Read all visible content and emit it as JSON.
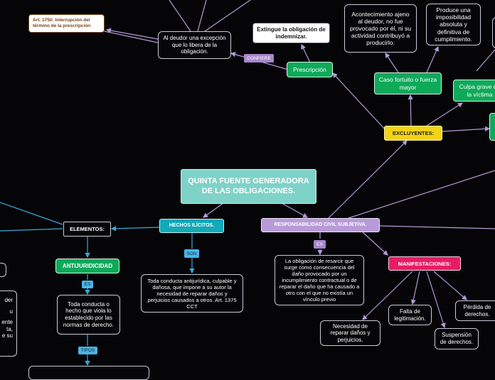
{
  "nodes": {
    "art1750": "Art. 1750: Interrupción del término de la prescripción",
    "deudor_excepcion": "Al deudor una excepción que lo libera de la obligación.",
    "extingue": "Extingue la obligación de indemnizar.",
    "prescripcion": "Prescripción",
    "acontecimiento": "Acontecimiento ajeno al deudor, no fue provocado por él, ni su actividad contribuyó a producirlo.",
    "produce_imposibilidad": "Produce una imposibilidad absoluta y definitiva de cumplimiento.",
    "caso_fortuito": "Caso fortuito o fuerza mayor",
    "culpa_grave": "Culpa grave de la víctima",
    "excluyentes": "EXCLUYENTES:",
    "quinta_fuente": "QUINTA FUENTE GENERADORA DE LAS OBLIGACIONES.",
    "elementos": "ELEMENTOS:",
    "hechos_ilicitos": "HECHOS ILÍCITOS.",
    "responsabilidad": "RESPONSABILIDAD CIVIL SUBJETIVA.",
    "antijuridicidad": "ANTIJURIDICIDAD",
    "conducta_antijuridica": "Toda conducta antijurídica, culpable y dañosa, que impone a su autor la necesidad de reparar daños y perjuicios causados a otros. Art. 1375 CCT",
    "obligacion_resarcir": "La obligación de resarcir que surge como consecuencia del daño provocado por un incumplimiento contractual o de reparar el daño que ha causado a otro con el que no existía un vínculo previo",
    "manifestaciones": "MANIFESTACIONES:",
    "toda_conducta": "Toda conducta o hecho que viola lo establecido por las normas de derecho.",
    "necesidad_reparar": "Necesidad de reparar daños y perjuicios.",
    "falta_legitimacion": "Falta de legitimación.",
    "suspension": "Suspensión de derechos.",
    "perdida": "Pérdida de derechos.",
    "left_partial_1": "der",
    "left_partial_2": "u",
    "left_partial_3": "ente",
    "left_partial_4": "ta,",
    "left_partial_5": "e su"
  },
  "labels": {
    "confiere": "CONFIERE",
    "son": "SON",
    "es_1": "ES",
    "es_2": "ES",
    "tipos": "TIPOS"
  },
  "colors": {
    "background": "#050508",
    "connector": "#b39ad6",
    "connector_blue": "#3aa8d8"
  }
}
